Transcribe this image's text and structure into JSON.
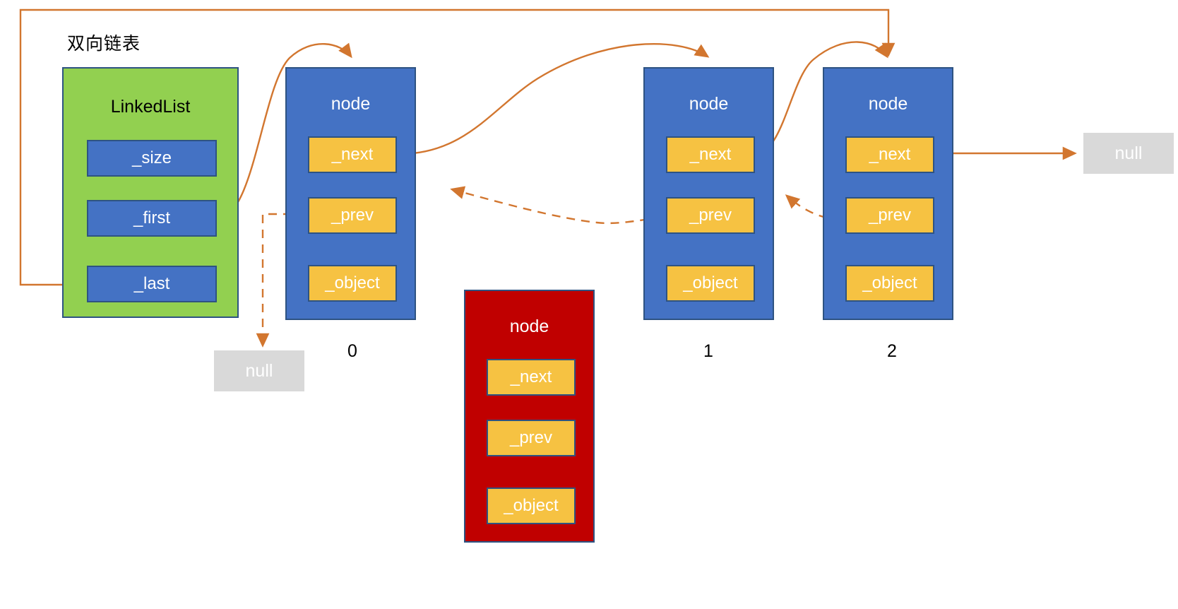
{
  "diagram": {
    "title": "双向链表",
    "colors": {
      "arrow": "#d2762f",
      "list_fill": "#92d050",
      "node_fill": "#4472c4",
      "node_alt_fill": "#c00000",
      "field_fill": "#f6c242",
      "null_fill": "#d9d9d9",
      "border": "#2e5382",
      "text_light": "#ffffff",
      "text_dark": "#000000"
    },
    "linked_list": {
      "label": "LinkedList",
      "fields": [
        "_size",
        "_first",
        "_last"
      ]
    },
    "nodes": [
      {
        "label": "node",
        "index": "0",
        "fields": [
          "_next",
          "_prev",
          "_object"
        ],
        "variant": "blue"
      },
      {
        "label": "node",
        "index": "1",
        "fields": [
          "_next",
          "_prev",
          "_object"
        ],
        "variant": "blue"
      },
      {
        "label": "node",
        "index": "2",
        "fields": [
          "_next",
          "_prev",
          "_object"
        ],
        "variant": "blue"
      }
    ],
    "detached_node": {
      "label": "node",
      "fields": [
        "_next",
        "_prev",
        "_object"
      ],
      "variant": "red"
    },
    "nulls": [
      {
        "label": "null",
        "attached_to": "node-0-prev"
      },
      {
        "label": "null",
        "attached_to": "node-2-next"
      }
    ]
  }
}
